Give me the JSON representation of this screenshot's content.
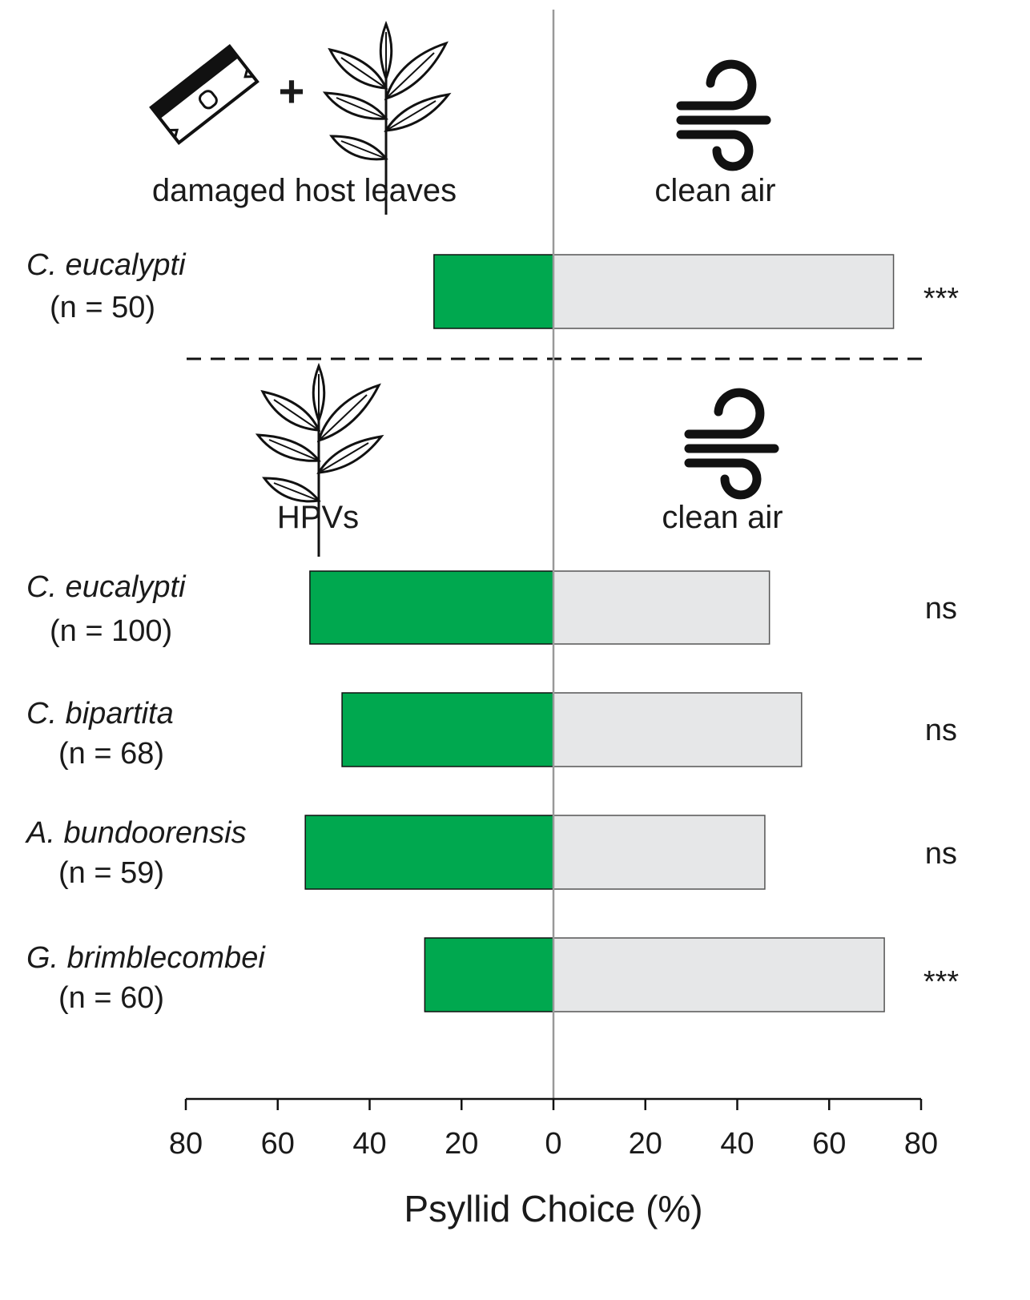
{
  "chart_data": {
    "type": "bar",
    "orientation": "horizontal-diverging",
    "xlabel": "Psyllid Choice (%)",
    "xlim": [
      -80,
      80
    ],
    "xticks": [
      80,
      60,
      40,
      20,
      0,
      20,
      40,
      60,
      80
    ],
    "colors": {
      "left": "#00a84f",
      "right": "#e6e7e8"
    },
    "panels": [
      {
        "left_label": "damaged host leaves",
        "right_label": "clean air",
        "left_icons": [
          "razor-blade-icon",
          "plus-icon",
          "leaf-sprig-icon"
        ],
        "right_icons": [
          "wind-icon"
        ],
        "rows": [
          {
            "species": "C. eucalypti",
            "n": "(n = 50)",
            "left": 26,
            "right": 74,
            "sig": "***"
          }
        ]
      },
      {
        "left_label": "HPVs",
        "right_label": "clean air",
        "left_icons": [
          "leaf-sprig-icon"
        ],
        "right_icons": [
          "wind-icon"
        ],
        "rows": [
          {
            "species": "C. eucalypti",
            "n": "(n = 100)",
            "left": 53,
            "right": 47,
            "sig": "ns"
          },
          {
            "species": "C. bipartita",
            "n": "(n = 68)",
            "left": 46,
            "right": 54,
            "sig": "ns"
          },
          {
            "species": "A. bundoorensis",
            "n": "(n = 59)",
            "left": 54,
            "right": 46,
            "sig": "ns"
          },
          {
            "species": "G. brimblecombei",
            "n": "(n = 60)",
            "left": 28,
            "right": 72,
            "sig": "***"
          }
        ]
      }
    ]
  }
}
